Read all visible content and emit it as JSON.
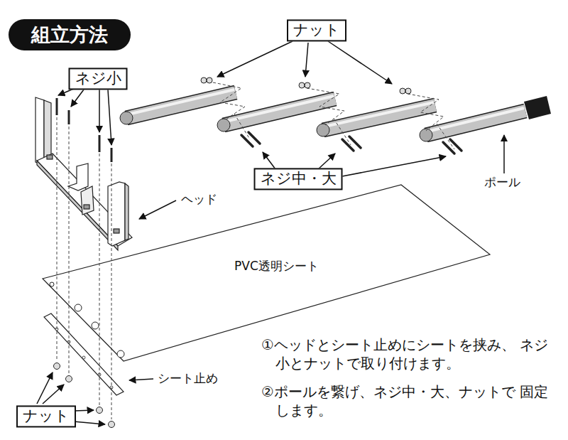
{
  "diagram": {
    "title": "組立方法",
    "nodes": [
      {
        "text": [
          "ナット"
        ]
      },
      {
        "text": [
          "ネジ小"
        ]
      },
      {
        "text": [
          "ネジ中・大"
        ]
      },
      {
        "text": [
          "ナット"
        ]
      }
    ],
    "labels": [
      "ヘッド",
      "ポール",
      "PVC透明シート",
      "シート止め",
      "①ヘッドとシート止めにシートを挟み、 ネジ小とナットで取り付けます。",
      "②ポールを繋げ、ネジ中・大、ナットで 固定します。"
    ]
  }
}
